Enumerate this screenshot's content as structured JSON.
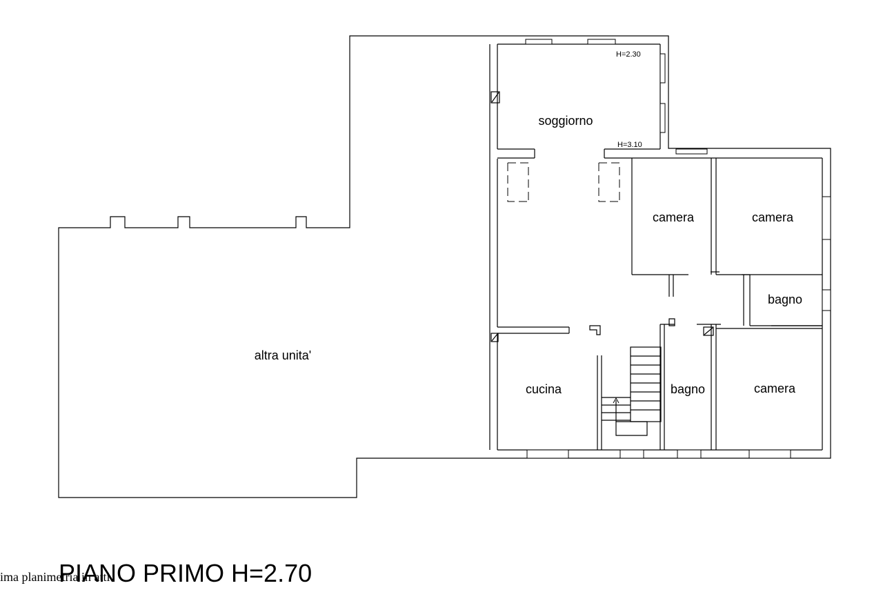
{
  "caption_text": "ima planimetria in atti",
  "floor_title": "PIANO PRIMO H=2.70",
  "rooms": {
    "altra_unita": "altra unita'",
    "soggiorno": "soggiorno",
    "camera_1": "camera",
    "camera_2": "camera",
    "camera_3": "camera",
    "bagno_1": "bagno",
    "bagno_2": "bagno",
    "cucina": "cucina"
  },
  "heights": {
    "h_230": "H=2.30",
    "h_310": "H=3.10"
  }
}
